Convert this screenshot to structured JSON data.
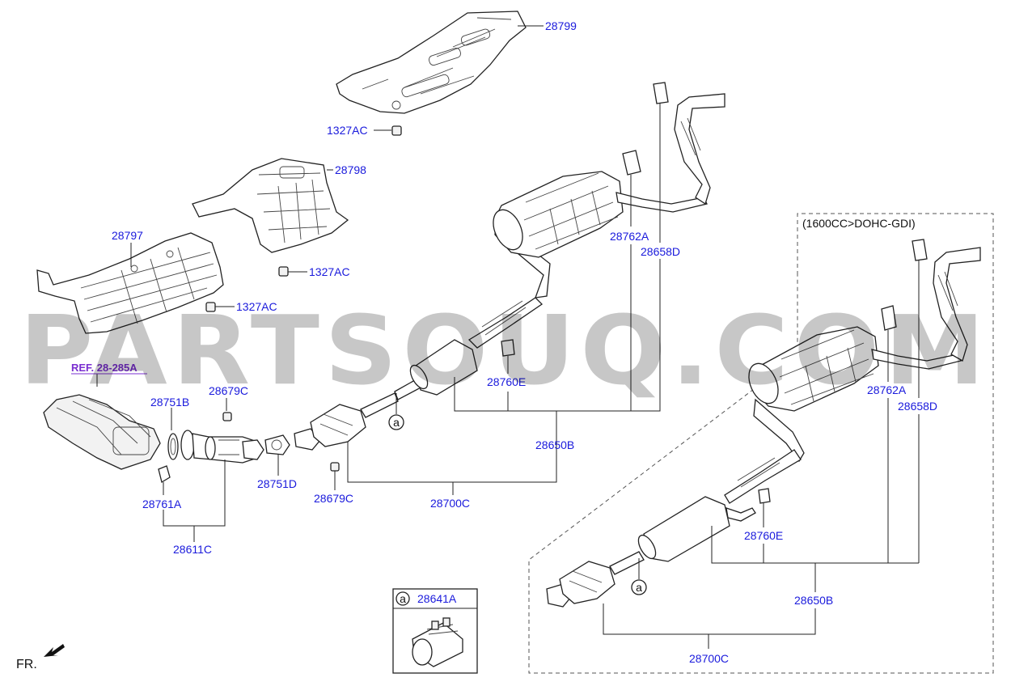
{
  "labels": {
    "p28799": "28799",
    "p1327ac_top": "1327AC",
    "p28798": "28798",
    "p28797": "28797",
    "p1327ac_mid": "1327AC",
    "p1327ac_low": "1327AC",
    "ref": "REF. 28-285A",
    "p28751b": "28751B",
    "p28679c_top": "28679C",
    "p28761a": "28761A",
    "p28611c": "28611C",
    "p28751d": "28751D",
    "p28679c_low": "28679C",
    "p28700c_left": "28700C",
    "p28650b_left": "28650B",
    "p28760e_left": "28760E",
    "p28762a_left": "28762A",
    "p28658d_left": "28658D",
    "variant": "(1600CC>DOHC-GDI)",
    "p28762a_right": "28762A",
    "p28658d_right": "28658D",
    "p28760e_right": "28760E",
    "p28650b_right": "28650B",
    "p28700c_right": "28700C",
    "callout_a_left": "a",
    "callout_a_right": "a",
    "inset_callout": "a",
    "inset_part": "28641A",
    "front": "FR.",
    "watermark": "PARTSOUQ.COM"
  },
  "colors": {
    "label": "#1a1adc",
    "ref": "#7a2fd0",
    "line": "#222222",
    "watermark": "#b0b0b0"
  }
}
